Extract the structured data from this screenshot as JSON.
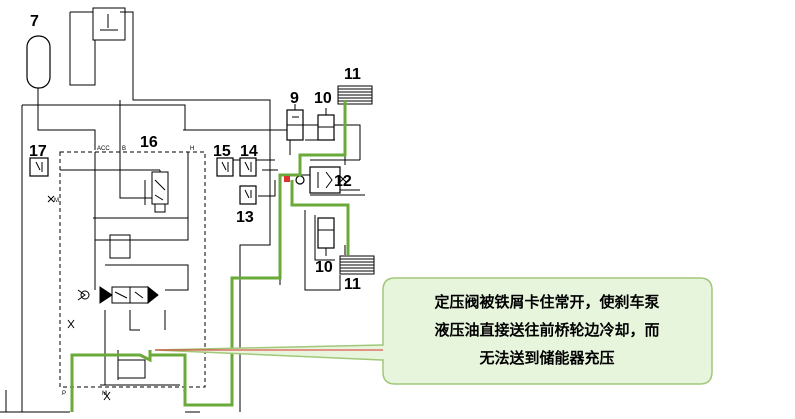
{
  "labels": {
    "n7": "7",
    "n9": "9",
    "n10_top": "10",
    "n11_top": "11",
    "n16": "16",
    "n17": "17",
    "n15": "15",
    "n14": "14",
    "n12": "12",
    "n13": "13",
    "n10_bottom": "10",
    "n11_bottom": "11"
  },
  "port_labels": {
    "acc": "ACC",
    "b": "B",
    "h": "H",
    "m": "M",
    "p": "P",
    "t": "T"
  },
  "callout": {
    "line1": "定压阀被铁屑卡住常开，使刹车泵",
    "line2": "液压油直接送往前桥轮边冷却，而",
    "line3": "无法送到储能器充压"
  },
  "colors": {
    "highlight_line": "#6aaa3a",
    "callout_fill": "#e8f5dd",
    "callout_border": "#a0c878",
    "leader_line": "#e03030",
    "marker": "#e03030"
  }
}
